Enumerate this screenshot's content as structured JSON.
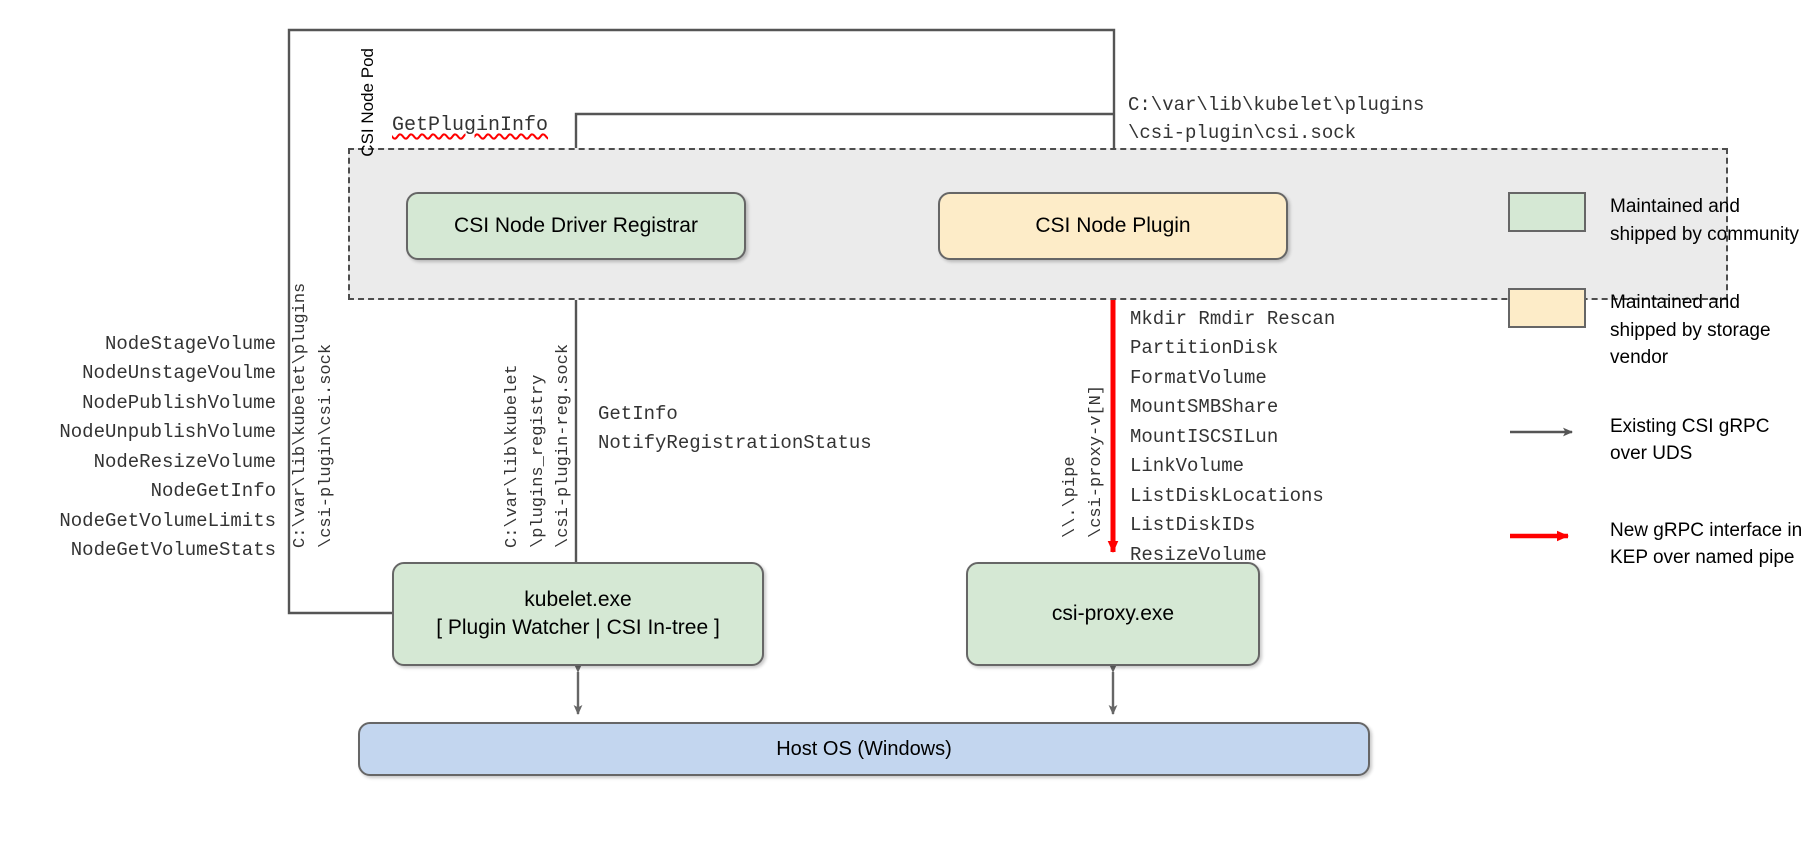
{
  "diagram": {
    "pod": {
      "label": "CSI Node Pod"
    },
    "boxes": {
      "registrar": "CSI Node Driver Registrar",
      "node_plugin": "CSI Node Plugin",
      "kubelet_line1": "kubelet.exe",
      "kubelet_line2": "[ Plugin Watcher | CSI In-tree ]",
      "csi_proxy": "csi-proxy.exe",
      "host_os": "Host OS (Windows)"
    },
    "labels": {
      "get_plugin_info": "GetPluginInfo",
      "csi_sock_top": "C:\\var\\lib\\kubelet\\plugins\n\\csi-plugin\\csi.sock",
      "node_api": "NodeStageVolume\nNodeUnstageVoulme\nNodePublishVolume\nNodeUnpublishVolume\nNodeResizeVolume\nNodeGetInfo\nNodeGetVolumeLimits\nNodeGetVolumeStats",
      "registrar_api": "GetInfo\nNotifyRegistrationStatus",
      "proxy_api": "Mkdir Rmdir Rescan\nPartitionDisk\nFormatVolume\nMountSMBShare\nMountISCSILun\nLinkVolume\nListDiskLocations\nListDiskIDs\nResizeVolume",
      "csi_sock_vertical": "C:\\var\\lib\\kubelet\\plugins\n\\csi-plugin\\csi.sock",
      "registry_sock_vertical": "C:\\var\\lib\\kubelet\n\\plugins_registry\n\\csi-plugin-reg.sock",
      "named_pipe_vertical": "\\\\.\\pipe\n\\csi-proxy-v[N]"
    },
    "legend": {
      "items": [
        {
          "kind": "swatch",
          "color": "green",
          "text": "Maintained and shipped by community"
        },
        {
          "kind": "swatch",
          "color": "yellow",
          "text": "Maintained and shipped by storage vendor"
        },
        {
          "kind": "arrow",
          "color": "gray",
          "text": "Existing CSI gRPC over UDS"
        },
        {
          "kind": "arrow",
          "color": "red",
          "text": "New gRPC interface in KEP over named pipe"
        }
      ]
    },
    "colors": {
      "community_green": "#d5e8d4",
      "vendor_yellow": "#fdecc8",
      "host_blue": "#c3d6ef",
      "existing_arrow": "#555555",
      "new_arrow": "#ff0000",
      "pod_background": "#ebebeb",
      "box_border": "#666666"
    }
  }
}
